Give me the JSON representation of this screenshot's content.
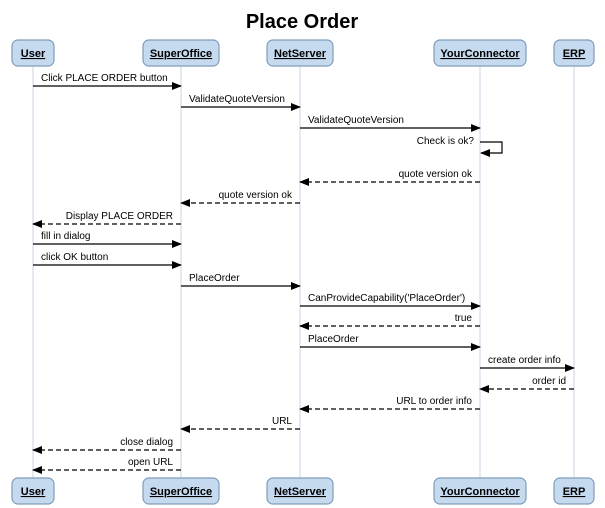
{
  "title": "Place Order",
  "actors": [
    {
      "key": "user",
      "name": "User"
    },
    {
      "key": "superoffice",
      "name": "SuperOffice"
    },
    {
      "key": "netserver",
      "name": "NetServer"
    },
    {
      "key": "connector",
      "name": "YourConnector"
    },
    {
      "key": "erp",
      "name": "ERP"
    }
  ],
  "messages": [
    {
      "from": 0,
      "to": 1,
      "text": "Click PLACE ORDER button",
      "dashed": false
    },
    {
      "from": 1,
      "to": 2,
      "text": "ValidateQuoteVersion",
      "dashed": false
    },
    {
      "from": 2,
      "to": 3,
      "text": "ValidateQuoteVersion",
      "dashed": false
    },
    {
      "from": 3,
      "to": 3,
      "text": "Check is ok?",
      "dashed": false,
      "self": true
    },
    {
      "from": 3,
      "to": 2,
      "text": "quote version ok",
      "dashed": true
    },
    {
      "from": 2,
      "to": 1,
      "text": "quote version ok",
      "dashed": true
    },
    {
      "from": 1,
      "to": 0,
      "text": "Display PLACE ORDER",
      "dashed": true
    },
    {
      "from": 0,
      "to": 1,
      "text": "fill in dialog",
      "dashed": false
    },
    {
      "from": 0,
      "to": 1,
      "text": "click OK button",
      "dashed": false
    },
    {
      "from": 1,
      "to": 2,
      "text": "PlaceOrder",
      "dashed": false
    },
    {
      "from": 2,
      "to": 3,
      "text": "CanProvideCapability('PlaceOrder')",
      "dashed": false
    },
    {
      "from": 3,
      "to": 2,
      "text": "true",
      "dashed": true
    },
    {
      "from": 2,
      "to": 3,
      "text": "PlaceOrder",
      "dashed": false
    },
    {
      "from": 3,
      "to": 4,
      "text": "create order info",
      "dashed": false
    },
    {
      "from": 4,
      "to": 3,
      "text": "order id",
      "dashed": true
    },
    {
      "from": 3,
      "to": 2,
      "text": "URL to order info",
      "dashed": true
    },
    {
      "from": 2,
      "to": 1,
      "text": "URL",
      "dashed": true
    },
    {
      "from": 1,
      "to": 0,
      "text": "close dialog",
      "dashed": true
    },
    {
      "from": 1,
      "to": 0,
      "text": "open URL",
      "dashed": true
    }
  ]
}
